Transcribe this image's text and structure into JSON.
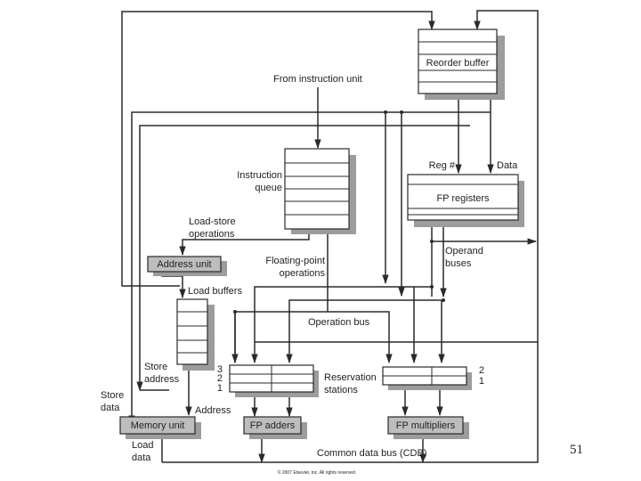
{
  "labels": {
    "reorder_buffer": "Reorder buffer",
    "from_instruction_unit": "From instruction unit",
    "instruction_queue_line1": "Instruction",
    "instruction_queue_line2": "queue",
    "reg_num": "Reg #",
    "data": "Data",
    "fp_registers": "FP registers",
    "load_store_line1": "Load-store",
    "load_store_line2": "operations",
    "address_unit": "Address unit",
    "floating_point_line1": "Floating-point",
    "floating_point_line2": "operations",
    "operand_buses_line1": "Operand",
    "operand_buses_line2": "buses",
    "load_buffers": "Load buffers",
    "operation_bus": "Operation bus",
    "store_address_line1": "Store",
    "store_address_line2": "address",
    "store_data_line1": "Store",
    "store_data_line2": "data",
    "address": "Address",
    "reservation_stations_line1": "Reservation",
    "reservation_stations_line2": "stations",
    "memory_unit": "Memory unit",
    "fp_adders": "FP adders",
    "fp_multipliers": "FP multipliers",
    "load_data_line1": "Load",
    "load_data_line2": "data",
    "cdb": "Common data bus (CDB)",
    "copyright": "© 2007 Elsevier, Inc. All rights reserved."
  },
  "adder_station_numbers": [
    "3",
    "2",
    "1"
  ],
  "multiplier_station_numbers": [
    "2",
    "1"
  ],
  "page_number": "51"
}
